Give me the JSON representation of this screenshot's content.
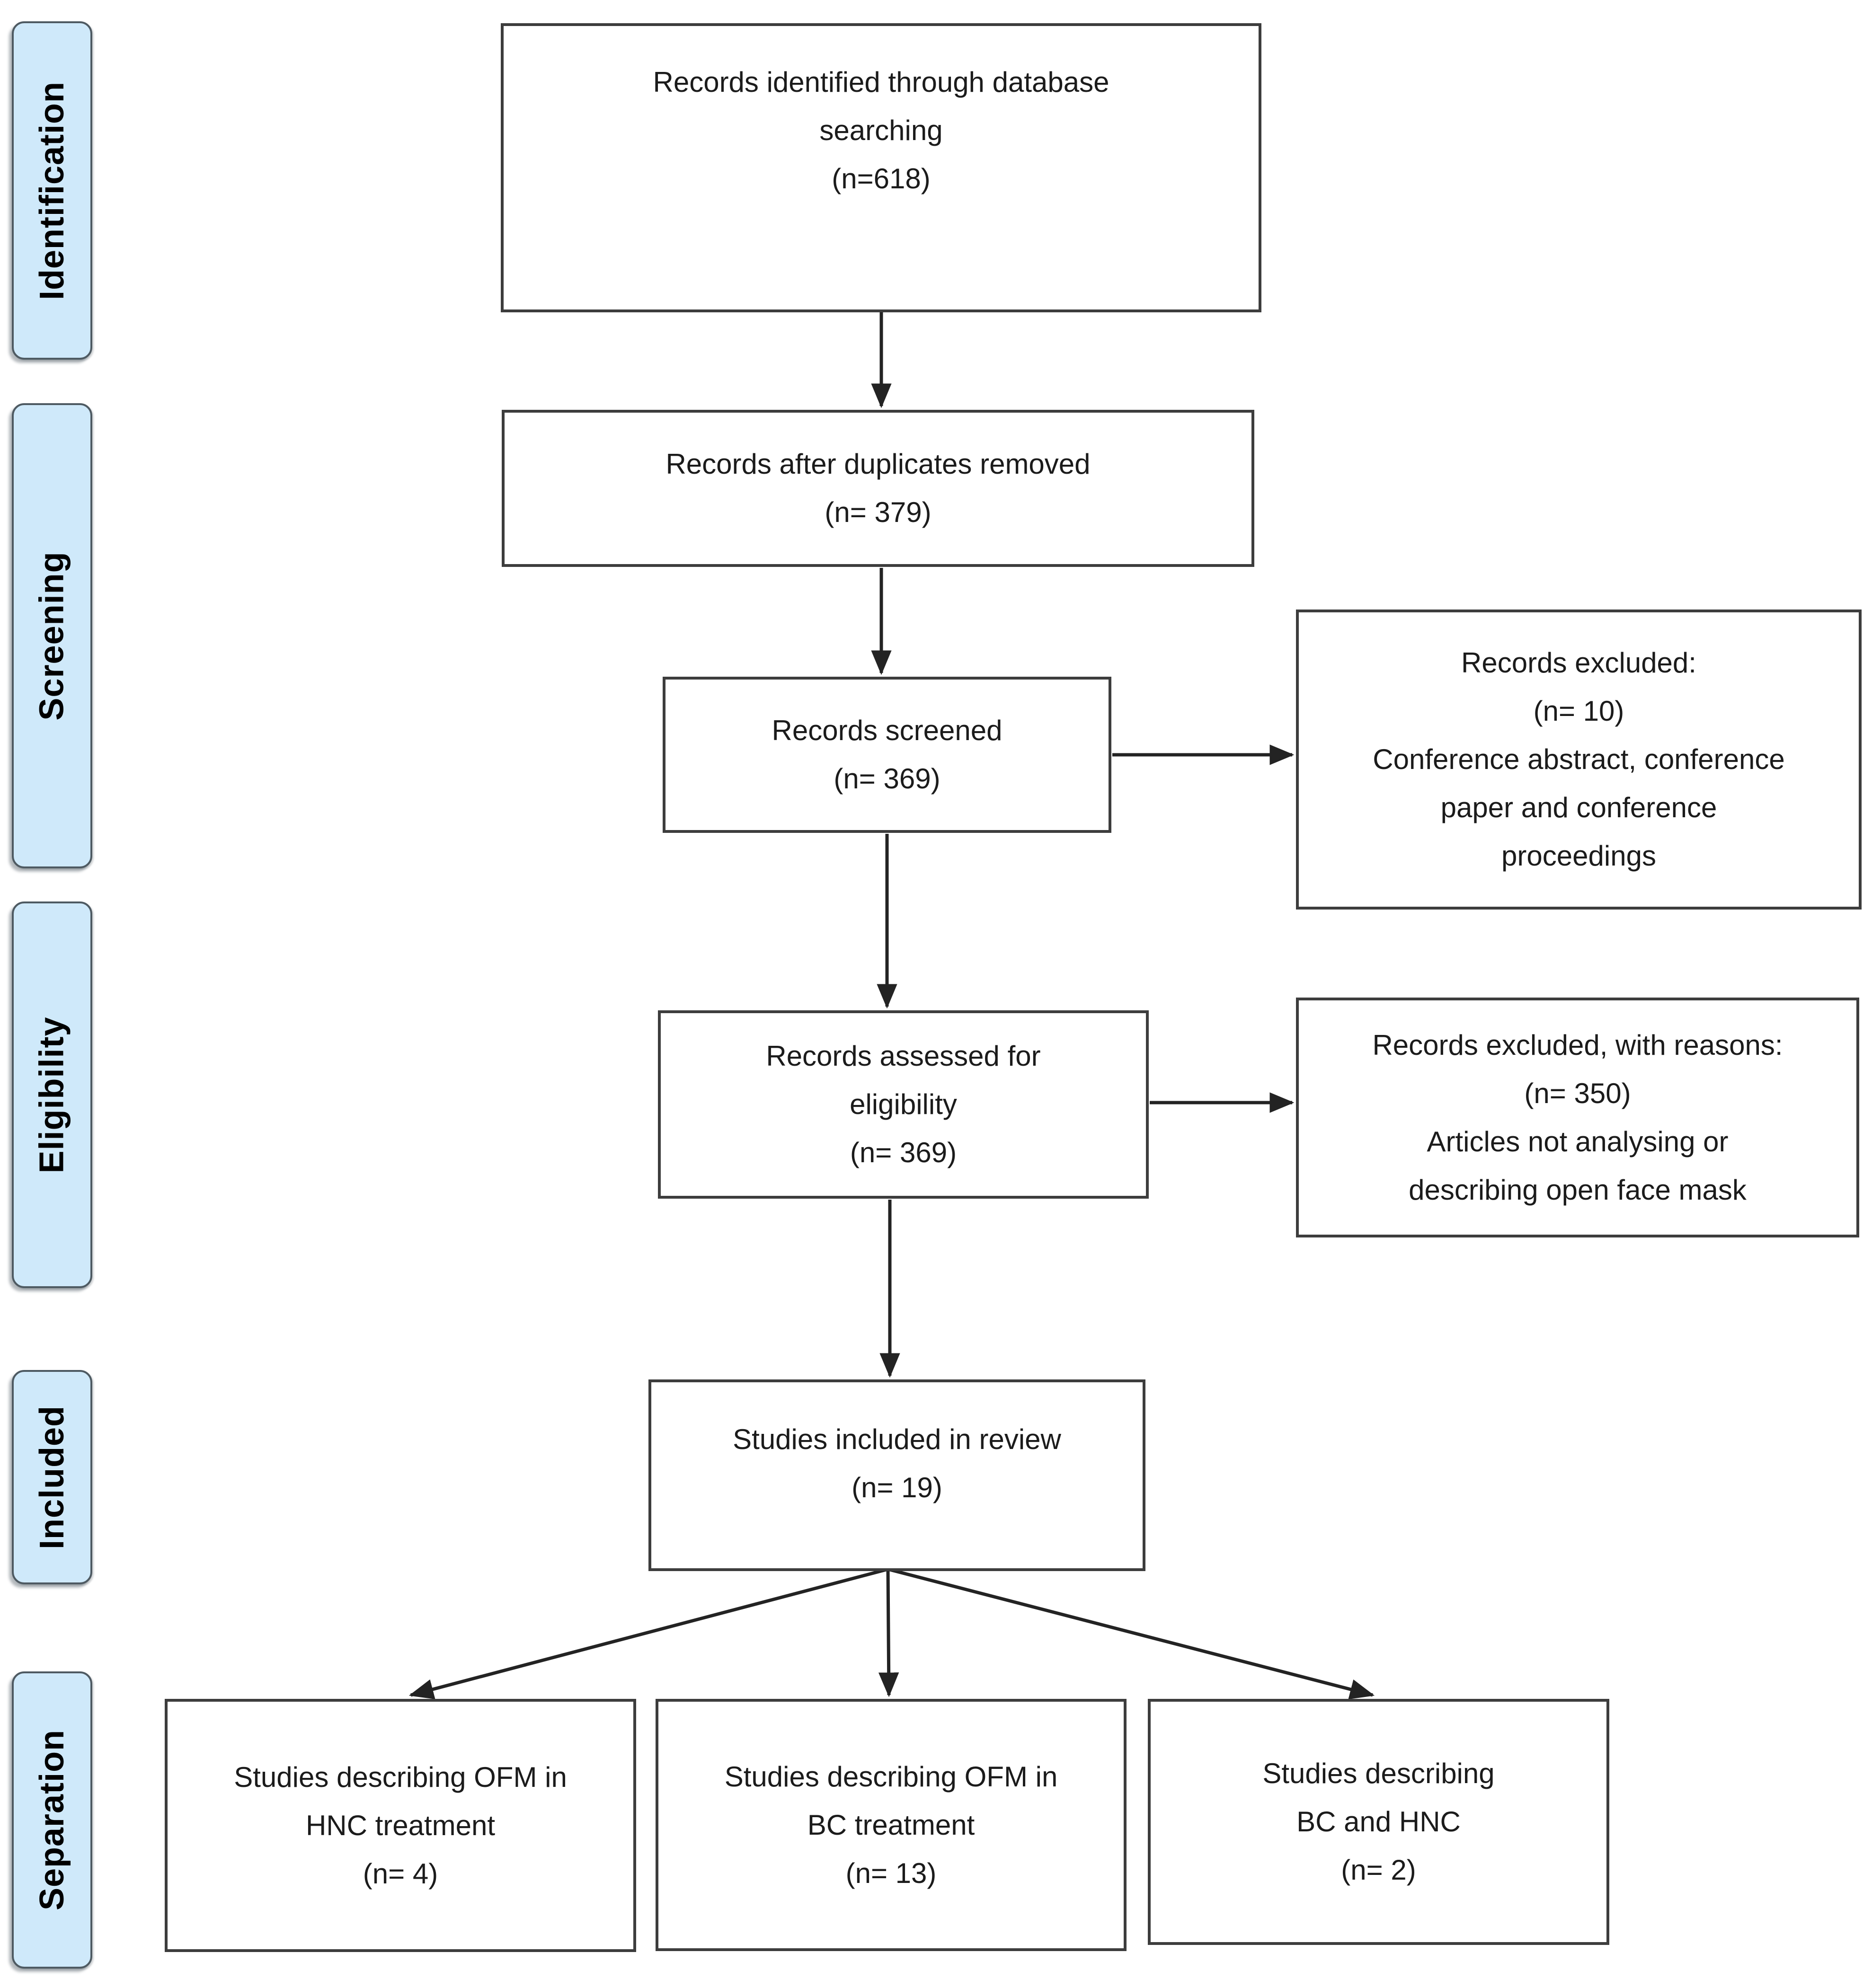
{
  "sidebar": {
    "items": [
      {
        "label": "Identification"
      },
      {
        "label": "Screening"
      },
      {
        "label": "Eligibility"
      },
      {
        "label": "Included"
      },
      {
        "label": "Separation"
      }
    ]
  },
  "boxes": {
    "identified": {
      "lines": [
        "Records identified through database",
        "searching",
        "(n=618)"
      ]
    },
    "duplicates_removed": {
      "lines": [
        "Records after duplicates removed",
        "(n= 379)"
      ]
    },
    "screened": {
      "lines": [
        "Records screened",
        "(n= 369)"
      ]
    },
    "excluded_screening": {
      "lines": [
        "Records excluded:",
        "(n= 10)",
        "Conference abstract, conference",
        "paper and conference",
        "proceedings"
      ]
    },
    "assessed": {
      "lines": [
        "Records assessed for",
        "eligibility",
        "(n= 369)"
      ]
    },
    "excluded_eligibility": {
      "lines": [
        "Records excluded, with reasons:",
        "(n= 350)",
        "Articles not analysing or",
        "describing open face mask"
      ]
    },
    "included_review": {
      "lines": [
        "Studies included in review",
        "(n= 19)"
      ]
    },
    "ofm_hnc": {
      "lines": [
        "Studies describing OFM in",
        "HNC treatment",
        "(n= 4)"
      ]
    },
    "ofm_bc": {
      "lines": [
        "Studies describing OFM in",
        "BC treatment",
        "(n= 13)"
      ]
    },
    "bc_hnc": {
      "lines": [
        "Studies describing",
        "BC and HNC",
        "(n= 2)"
      ]
    }
  },
  "colors": {
    "stage_fill": "#cfe9fa",
    "stage_border": "#4e5a62",
    "box_border": "#3d3d3d",
    "box_fill": "#ffffff",
    "arrow": "#232323",
    "text": "#1b1b1b",
    "background": "#ffffff"
  }
}
